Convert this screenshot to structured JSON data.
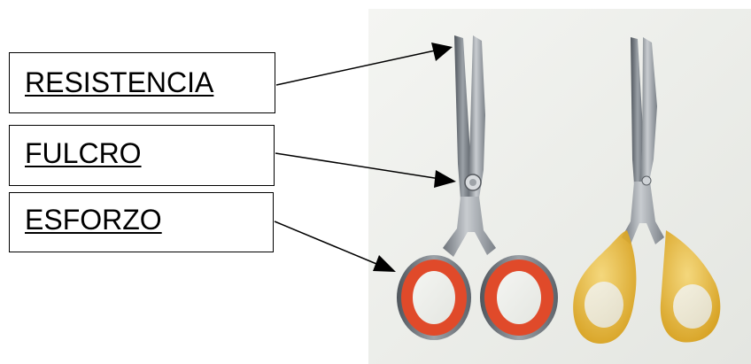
{
  "labels": {
    "resistencia": "RESISTENCIA",
    "fulcro": "FULCRO",
    "esfuerzo": "ESFORZO"
  },
  "colors": {
    "label_border": "#000000",
    "arrow": "#000000",
    "photo_background": "#eef0ec",
    "blade_steel": "#9aa0a6",
    "red_handle": "#e04a2a",
    "yellow_handle": "#e8b21e"
  },
  "photo": {
    "subject": "two pairs of scissors",
    "left_handle_color": "red",
    "right_handle_color": "translucent yellow"
  }
}
